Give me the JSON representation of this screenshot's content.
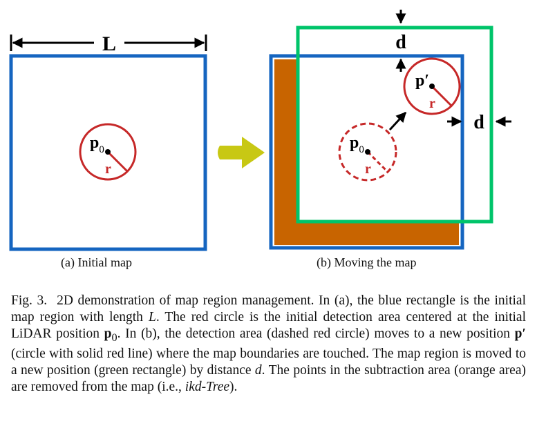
{
  "panel_a": {
    "dimension_label": "L",
    "center_label": "p",
    "center_subscript": "0",
    "radius_label": "r",
    "caption": "(a) Initial map"
  },
  "panel_b": {
    "old_center_label": "p",
    "old_center_subscript": "0",
    "old_radius_label": "r",
    "new_center_label": "p′",
    "new_radius_label": "r",
    "shift_label_top": "d",
    "shift_label_right": "d",
    "caption": "(b) Moving the map"
  },
  "caption": {
    "fig_label": "Fig. 3.",
    "part1": "2D demonstration of map region management. In (a), the blue rectangle is the initial map region with length ",
    "length_symbol": "L",
    "part2": ". The red circle is the initial detection area centered at the initial LiDAR position ",
    "position_symbol": "p",
    "position_subscript": "0",
    "part3": ". In (b), the detection area (dashed red circle) moves to a new position ",
    "new_position_symbol": "p′",
    "part4": "(circle with solid red line) where the map boundaries are touched. The map region is moved to a new position (green rectangle) by distance ",
    "distance_symbol": "d",
    "part5": ". The points in the subtraction area (orange area) are removed from the map (i.e., ",
    "tree_name": "ikd-Tree",
    "part6": ")."
  },
  "colors": {
    "map_region": "#1565c0",
    "detection_area": "#c62828",
    "new_region": "#00c46a",
    "subtraction_area": "#c86400",
    "transition_arrow": "#c8c814",
    "arrows": "#000000"
  }
}
